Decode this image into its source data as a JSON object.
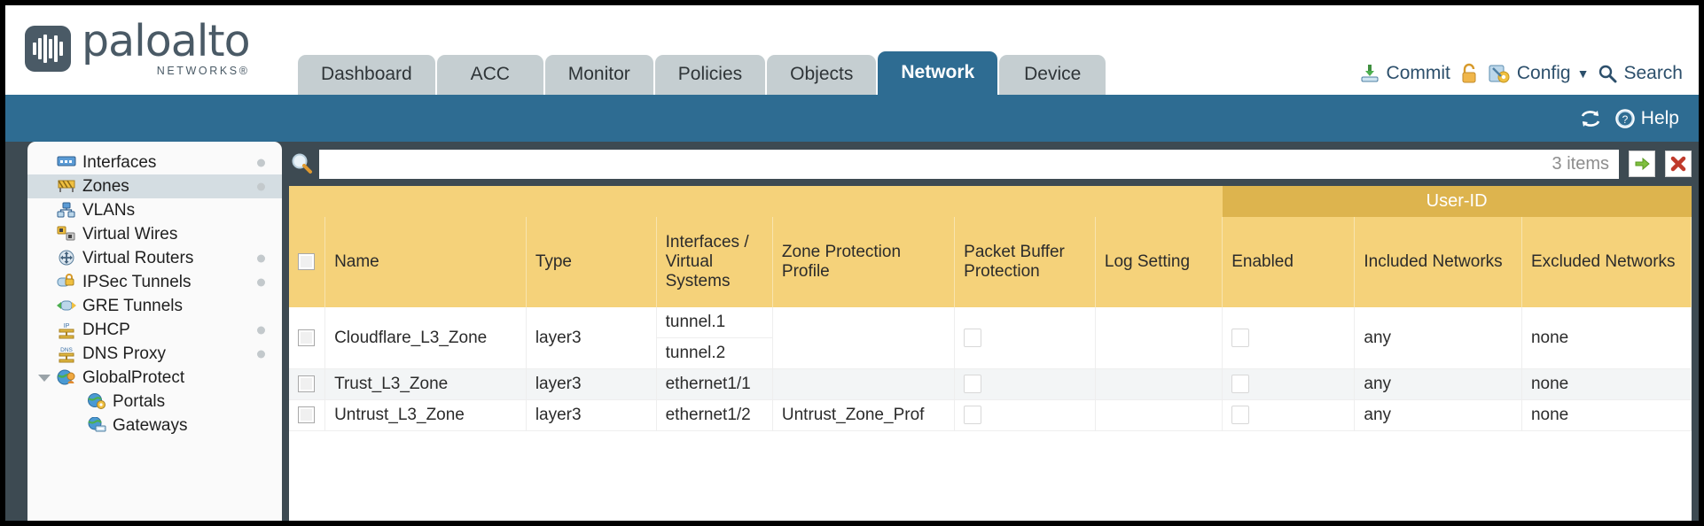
{
  "brand": {
    "name": "paloalto",
    "tagline": "NETWORKS®"
  },
  "tabs": [
    {
      "label": "Dashboard",
      "active": false
    },
    {
      "label": "ACC",
      "active": false
    },
    {
      "label": "Monitor",
      "active": false
    },
    {
      "label": "Policies",
      "active": false
    },
    {
      "label": "Objects",
      "active": false
    },
    {
      "label": "Network",
      "active": true
    },
    {
      "label": "Device",
      "active": false
    }
  ],
  "top_actions": {
    "commit": "Commit",
    "lock_icon": "lock-icon",
    "config": "Config",
    "config_caret": "▼",
    "search": "Search"
  },
  "blueband": {
    "refresh_icon": "refresh-icon",
    "help": "Help"
  },
  "sidebar": {
    "items": [
      {
        "label": "Interfaces",
        "icon": "interfaces-icon",
        "dot": true,
        "selected": false,
        "child": false
      },
      {
        "label": "Zones",
        "icon": "zones-icon",
        "dot": true,
        "selected": true,
        "child": false
      },
      {
        "label": "VLANs",
        "icon": "vlans-icon",
        "dot": false,
        "selected": false,
        "child": false
      },
      {
        "label": "Virtual Wires",
        "icon": "virtual-wires-icon",
        "dot": false,
        "selected": false,
        "child": false
      },
      {
        "label": "Virtual Routers",
        "icon": "virtual-routers-icon",
        "dot": true,
        "selected": false,
        "child": false
      },
      {
        "label": "IPSec Tunnels",
        "icon": "ipsec-tunnels-icon",
        "dot": true,
        "selected": false,
        "child": false
      },
      {
        "label": "GRE Tunnels",
        "icon": "gre-tunnels-icon",
        "dot": false,
        "selected": false,
        "child": false
      },
      {
        "label": "DHCP",
        "icon": "dhcp-icon",
        "dot": true,
        "selected": false,
        "child": false
      },
      {
        "label": "DNS Proxy",
        "icon": "dns-proxy-icon",
        "dot": true,
        "selected": false,
        "child": false
      },
      {
        "label": "GlobalProtect",
        "icon": "globalprotect-icon",
        "dot": false,
        "selected": false,
        "child": false,
        "twisty": true
      },
      {
        "label": "Portals",
        "icon": "portals-icon",
        "dot": false,
        "selected": false,
        "child": true
      },
      {
        "label": "Gateways",
        "icon": "gateways-icon",
        "dot": false,
        "selected": false,
        "child": true
      }
    ]
  },
  "search": {
    "value": "",
    "placeholder": "",
    "item_count": "3 items",
    "apply_icon": "arrow-right-icon",
    "clear_icon": "close-x-icon",
    "magnifier_icon": "search-icon"
  },
  "table": {
    "group_header": "User-ID",
    "columns": [
      "Name",
      "Type",
      "Interfaces / Virtual Systems",
      "Zone Protection Profile",
      "Packet Buffer Protection",
      "Log Setting",
      "Enabled",
      "Included Networks",
      "Excluded Networks"
    ],
    "rows": [
      {
        "selected": false,
        "name": "Cloudflare_L3_Zone",
        "type": "layer3",
        "interfaces": [
          "tunnel.1",
          "tunnel.2"
        ],
        "zone_protection_profile": "",
        "packet_buffer_protection": false,
        "log_setting": "",
        "userid_enabled": false,
        "included_networks": "any",
        "excluded_networks": "none"
      },
      {
        "selected": false,
        "name": "Trust_L3_Zone",
        "type": "layer3",
        "interfaces": [
          "ethernet1/1"
        ],
        "zone_protection_profile": "",
        "packet_buffer_protection": false,
        "log_setting": "",
        "userid_enabled": false,
        "included_networks": "any",
        "excluded_networks": "none"
      },
      {
        "selected": false,
        "name": "Untrust_L3_Zone",
        "type": "layer3",
        "interfaces": [
          "ethernet1/2"
        ],
        "zone_protection_profile": "Untrust_Zone_Prof",
        "packet_buffer_protection": false,
        "log_setting": "",
        "userid_enabled": false,
        "included_networks": "any",
        "excluded_networks": "none"
      }
    ]
  },
  "colors": {
    "brand_blue": "#2e6c92",
    "header_amber": "#f5d27a",
    "group_amber": "#ddb44e",
    "body_slate": "#3d4a52",
    "link_blue": "#2e7c9e"
  }
}
